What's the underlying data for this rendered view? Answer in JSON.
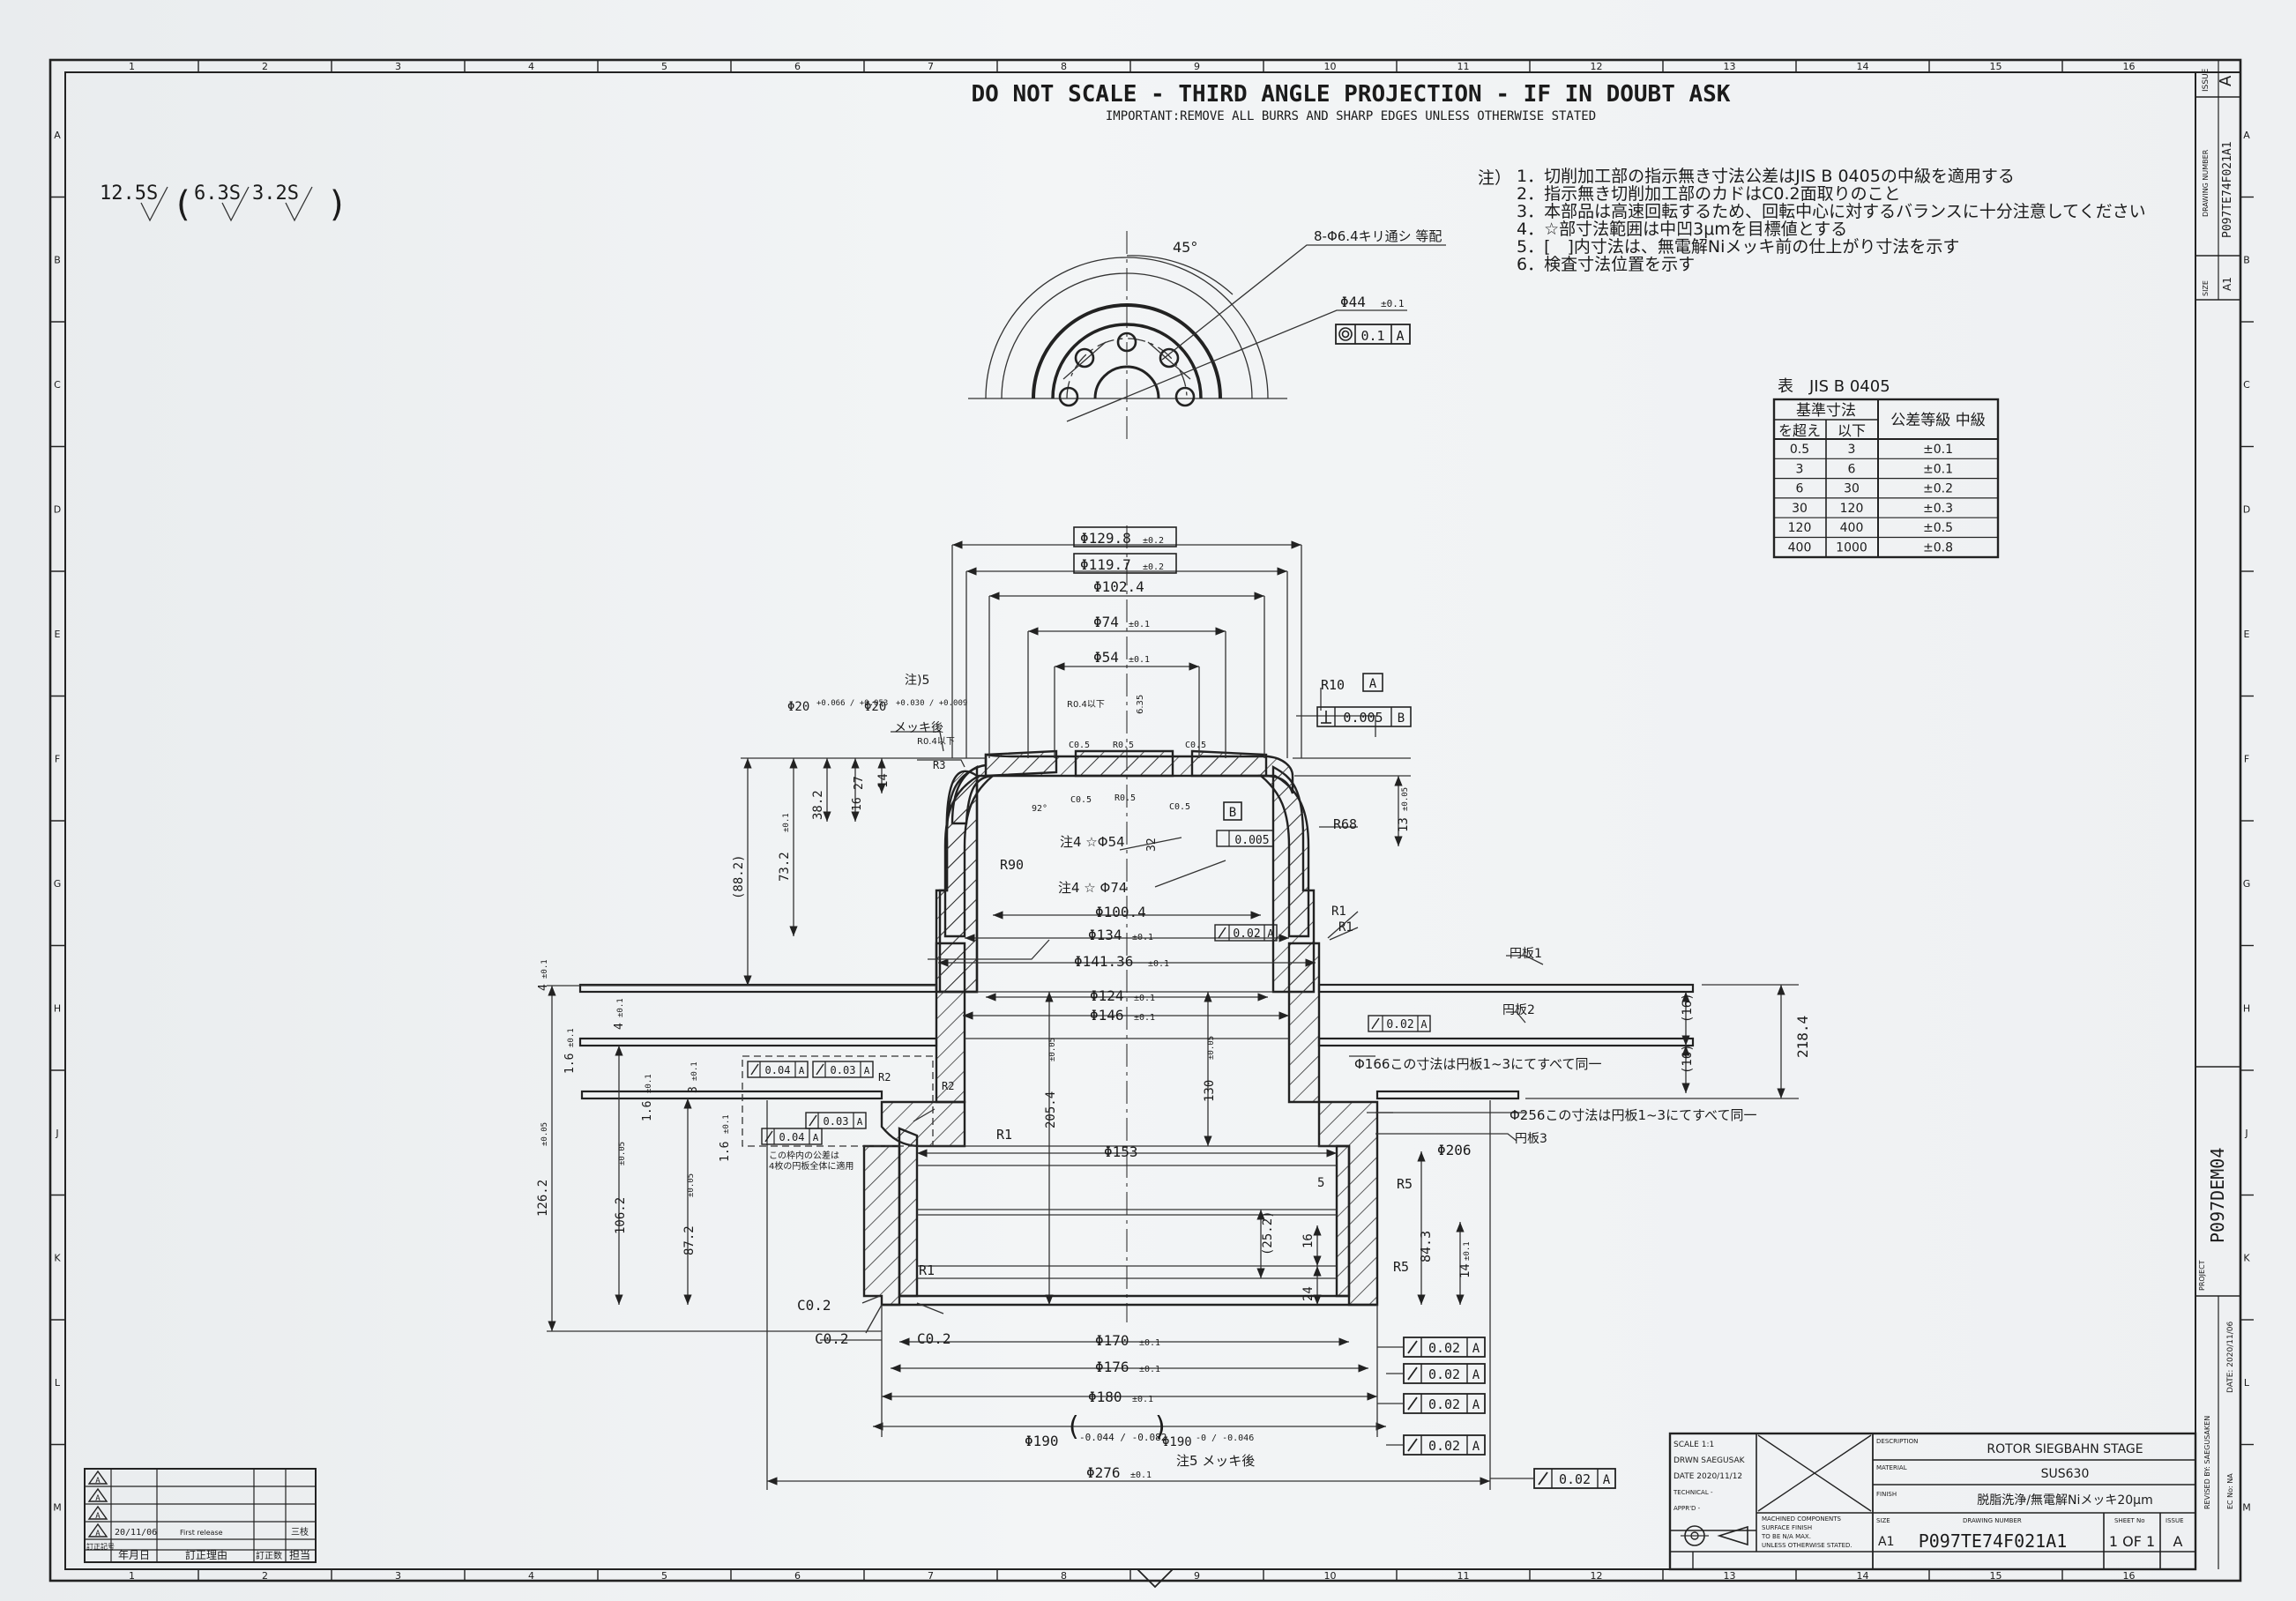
{
  "header": {
    "title": "DO NOT SCALE - THIRD ANGLE PROJECTION - IF IN DOUBT ASK",
    "subtitle": "IMPORTANT:REMOVE ALL BURRS AND SHARP EDGES UNLESS OTHERWISE STATED"
  },
  "grid": {
    "columns": [
      "1",
      "2",
      "3",
      "4",
      "5",
      "6",
      "7",
      "8",
      "9",
      "10",
      "11",
      "12",
      "13",
      "14",
      "15",
      "16"
    ],
    "rows": [
      "A",
      "B",
      "C",
      "D",
      "E",
      "F",
      "G",
      "H",
      "J",
      "K",
      "L",
      "M"
    ]
  },
  "surface_finish": {
    "main": "12.5S",
    "alt1": "6.3S",
    "alt2": "3.2S"
  },
  "notes": {
    "lead": "注）",
    "items": [
      "1．切削加工部の指示無き寸法公差はJIS B 0405の中級を適用する",
      "2．指示無き切削加工部のカドはC0.2面取りのこと",
      "3．本部品は高速回転するため、回転中心に対するバランスに十分注意してください",
      "4．☆部寸法範囲は中凹3μmを目標値とする",
      "5．[　]内寸法は、無電解Niメッキ前の仕上がり寸法を示す",
      "6．検査寸法位置を示す"
    ]
  },
  "tolerance_table": {
    "caption": "表　JIS B 0405",
    "head_base": "基準寸法",
    "head_over": "を超え",
    "head_under": "以下",
    "head_grade": "公差等級 中級",
    "rows": [
      [
        "0.5",
        "3",
        "±0.1"
      ],
      [
        "3",
        "6",
        "±0.1"
      ],
      [
        "6",
        "30",
        "±0.2"
      ],
      [
        "30",
        "120",
        "±0.3"
      ],
      [
        "120",
        "400",
        "±0.5"
      ],
      [
        "400",
        "1000",
        "±0.8"
      ]
    ]
  },
  "top_view": {
    "angle": "45°",
    "holes": "8-Φ6.4キリ通シ 等配",
    "diameter": "Φ44",
    "diameter_tol": "±0.1",
    "conc_value": "0.1",
    "conc_datum": "A"
  },
  "dims": {
    "d129": "Φ129.8",
    "d129_tol": "±0.2",
    "d119": "Φ119.7",
    "d119_tol": "±0.2",
    "d102": "Φ102.4",
    "d74": "Φ74",
    "d74_tol": "±0.1",
    "d54": "Φ54",
    "d54_tol": "±0.1",
    "note5": "注)5",
    "d20a": "Φ20",
    "d20a_tol": "+0.066 / +0.053",
    "d20b": "Φ20",
    "d20b_tol": "+0.030 / +0.009",
    "plating_after": "メッキ後",
    "r04a": "R0.4以下",
    "r04b": "R0.4以下",
    "c05a": "C0.5",
    "r05a": "R0.5",
    "c05b": "C0.5",
    "c05c": "C0.5",
    "r05b": "R0.5",
    "c05d": "C0.5",
    "d635": "6.35",
    "r3": "R3",
    "r10": "R10",
    "r10_datum": "A",
    "perp_value": "0.005",
    "perp_datum": "B",
    "h13": "13",
    "h13_tol": "±0.05",
    "ang92": "92°",
    "datum_b": "B",
    "flat_value": "0.005",
    "r68": "R68",
    "note4a": "注4 ☆Φ54",
    "d32": "32",
    "note4b": "注4 ☆ Φ74",
    "r90": "R90",
    "d100": "Φ100.4",
    "d134": "Φ134",
    "d134_tol": "±0.1",
    "run1_value": "0.02",
    "run1_datum": "A",
    "r1a": "R1",
    "r1b": "R1",
    "d141": "Φ141.36",
    "d141_tol": "±0.1",
    "disk1": "円板1",
    "d124": "Φ124",
    "d124_tol": "±0.1",
    "d146": "Φ146",
    "d146_tol": "±0.1",
    "disk2": "円板2",
    "run2_value": "0.02",
    "run2_datum": "A",
    "h16a": "(16)",
    "h16b": "(16)",
    "h218": "218.4",
    "d166note": "Φ166この寸法は円板1~3にてすべて同一",
    "d256note": "Φ256この寸法は円板1~3にてすべて同一",
    "disk3": "円板3",
    "h14a": "14",
    "h16c": "16",
    "h27": "27",
    "h38": "38.2",
    "h73": "73.2",
    "h73_tol": "±0.1",
    "h88": "(88.2)",
    "h4a": "4",
    "h4a_tol": "±0.1",
    "h16d": "1.6",
    "h16d_tol": "±0.1",
    "h4b": "4",
    "h4b_tol": "±0.1",
    "h16e": "1.6",
    "h16e_tol": "±0.1",
    "h3": "3",
    "h3_tol": "±0.1",
    "h16f": "1.6",
    "h16f_tol": "±0.1",
    "run3a_value": "0.04",
    "run3a_datum": "A",
    "run3b_value": "0.03",
    "run3b_datum": "A",
    "r2a": "R2",
    "r2b": "R2",
    "run4_value": "0.03",
    "run4_datum": "A",
    "run5_value": "0.04",
    "run5_datum": "A",
    "box_note1": "この枠内の公差は",
    "box_note2": "4枚の円板全体に適用",
    "h205": "205.4",
    "h205_tol": "±0.05",
    "h130": "130",
    "h130_tol": "±0.05",
    "r1c": "R1",
    "d153": "Φ153",
    "d206": "Φ206",
    "h126": "126.2",
    "h126_tol": "±0.05",
    "h106": "106.2",
    "h106_tol": "±0.05",
    "h87": "87.2",
    "h87_tol": "±0.05",
    "d5": "5",
    "r5a": "R5",
    "r5b": "R5",
    "h25": "(25.2)",
    "h16g": "16",
    "h24": "24",
    "h84": "84.3",
    "h14b": "14",
    "h14b_tol": "±0.1",
    "r1d": "R1",
    "c02a": "C0.2",
    "c02b": "C0.2",
    "c02c": "C0.2",
    "d170": "Φ170",
    "d170_tol": "±0.1",
    "d176": "Φ176",
    "d176_tol": "±0.1",
    "d180": "Φ180",
    "d180_tol": "±0.1",
    "d190": "Φ190",
    "d190_tol": "-0.044 / -0.082",
    "d190b": "Φ190",
    "d190b_tol": "-0 / -0.046",
    "note5b": "注5 メッキ後",
    "d276": "Φ276",
    "d276_tol": "±0.1",
    "run_r1": "0.02",
    "run_r2": "0.02",
    "run_r3": "0.02",
    "run_r4": "0.02",
    "run_r5": "0.02",
    "run_datum": "A"
  },
  "revision_block": {
    "marks": [
      "A",
      "A",
      "A",
      "A"
    ],
    "date": "20/11/06",
    "reason": "First release",
    "name": "三枝",
    "h_date": "年月日",
    "h_reason": "訂正理由",
    "h_rev": "訂正数",
    "h_by": "担当",
    "h_sym": "訂正記号"
  },
  "title_block": {
    "scale": "SCALE 1:1",
    "drawn": "DRWN SAEGUSAK",
    "date": "DATE 2020/11/12",
    "technical": "TECHNICAL -",
    "approved": "APPR'D -",
    "machined1": "MACHINED COMPONENTS",
    "machined2": "SURFACE FINISH",
    "machined3": "TO BE N/A MAX.",
    "machined4": "UNLESS OTHERWISE STATED.",
    "desc_label": "DESCRIPTION",
    "desc": "ROTOR SIEGBAHN STAGE",
    "mat_label": "MATERIAL",
    "material": "SUS630",
    "fin_label": "FINISH",
    "finish": "脱脂洗浄/無電解Niメッキ20μm",
    "size_label": "SIZE",
    "size": "A1",
    "dn_label": "DRAWING NUMBER",
    "drawing_number": "P097TE74F021A1",
    "sheet_label": "SHEET No",
    "sheet": "1 OF 1",
    "issue_label": "ISSUE",
    "issue": "A"
  },
  "side_strip": {
    "issue_label": "ISSUE",
    "issue": "A",
    "dn_label": "DRAWING NUMBER",
    "drawing_number": "P097TE74F021A1",
    "size_label": "SIZE",
    "size": "A1",
    "project_label": "PROJECT",
    "project": "P097DEM04",
    "date": "DATE: 2020/11/06",
    "revised_by": "REVISED BY: SAEGUSAKEN",
    "ec": "EC No: NA"
  }
}
